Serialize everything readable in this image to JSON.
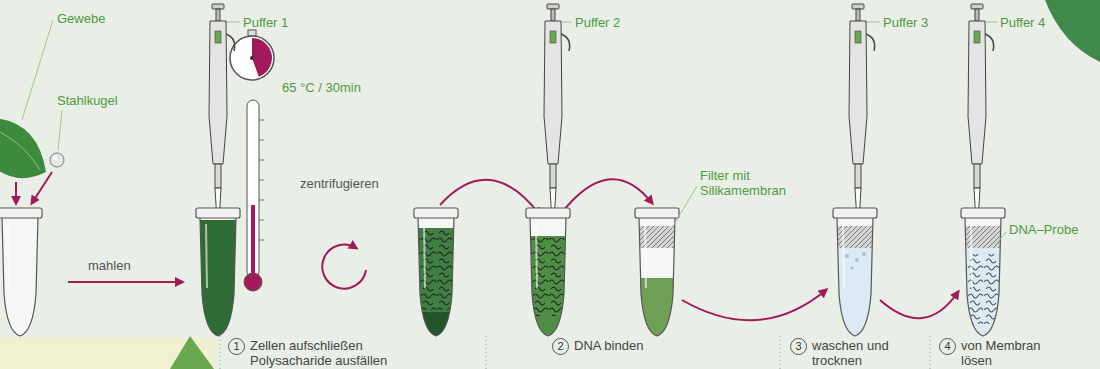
{
  "diagram": {
    "nodes": [
      {
        "text": [
          "1",
          "Zellen aufschließen Polysacharide ausfällen"
        ]
      },
      {
        "text": [
          "2",
          "DNA binden"
        ]
      },
      {
        "text": [
          "3",
          "waschen und trocknen"
        ]
      },
      {
        "text": [
          "4",
          "von Membran lösen"
        ]
      }
    ],
    "labels": [
      "Gewebe",
      "Stahlkugel",
      "Puffer 1",
      "65 °C / 30min",
      "mahlen",
      "zentrifugieren",
      "Puffer 2",
      "Filter mit Silikamembran",
      "Puffer 3",
      "Puffer 4",
      "DNA–Probe"
    ]
  }
}
